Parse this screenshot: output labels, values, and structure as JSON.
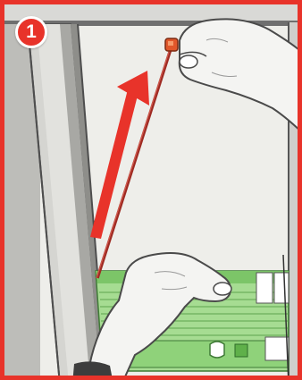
{
  "step": {
    "number": "1"
  },
  "colors": {
    "frame_border": "#e8332a",
    "arrow": "#e8332a",
    "rail": "#c9c9c6",
    "pull_cord": "#b8322a",
    "blind_slats": "#9dd58a",
    "hand": "#f4f4f2"
  },
  "illustration": {
    "elements": [
      "window-frame",
      "upward-arrow",
      "pull-cord",
      "cord-end-cap",
      "upper-hand",
      "lower-hand",
      "blind-bottom-rail",
      "blind-clips"
    ]
  }
}
